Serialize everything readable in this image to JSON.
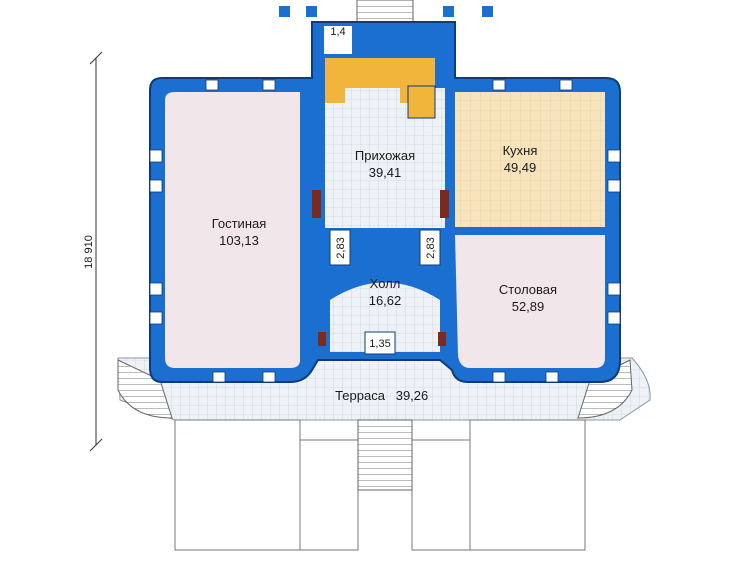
{
  "plan": {
    "overall_dimension": "18 910",
    "rooms": [
      {
        "id": "living",
        "name": "Гостиная",
        "area": "103,13"
      },
      {
        "id": "hall_entry",
        "name": "Прихожая",
        "area": "39,41"
      },
      {
        "id": "kitchen",
        "name": "Кухня",
        "area": "49,49"
      },
      {
        "id": "hall",
        "name": "Холл",
        "area": "16,62"
      },
      {
        "id": "dining",
        "name": "Столовая",
        "area": "52,89"
      },
      {
        "id": "terrace",
        "name": "Терраса",
        "area": "39,26"
      }
    ],
    "small_labels": {
      "closet_left": "2,83",
      "closet_right": "2,83",
      "vestibule": "1,35",
      "top_room": "1,4"
    },
    "colors": {
      "wall": "#1b6fd0",
      "wall_outline": "#0e3c7a",
      "living_floor": "#f1e6ea",
      "kitchen_floor": "#f7e4bd",
      "tile_floor": "#eef2f6",
      "stair": "#f2b53c",
      "fireplace": "#7a2a1e"
    }
  }
}
